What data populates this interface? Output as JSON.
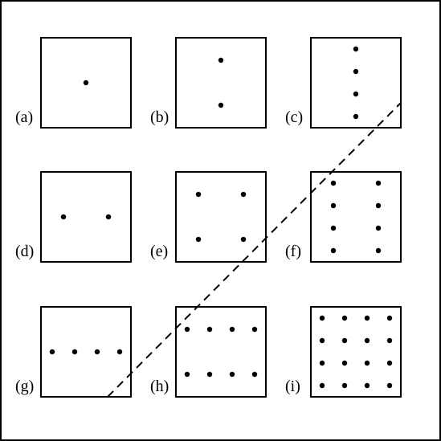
{
  "panels": [
    {
      "label": "(a)",
      "rows": 1,
      "cols": 1
    },
    {
      "label": "(b)",
      "rows": 2,
      "cols": 1
    },
    {
      "label": "(c)",
      "rows": 4,
      "cols": 1
    },
    {
      "label": "(d)",
      "rows": 1,
      "cols": 2
    },
    {
      "label": "(e)",
      "rows": 2,
      "cols": 2
    },
    {
      "label": "(f)",
      "rows": 4,
      "cols": 2
    },
    {
      "label": "(g)",
      "rows": 1,
      "cols": 4
    },
    {
      "label": "(h)",
      "rows": 2,
      "cols": 4
    },
    {
      "label": "(i)",
      "rows": 4,
      "cols": 4
    }
  ],
  "colors": {
    "line": "#000000",
    "background": "#ffffff"
  }
}
